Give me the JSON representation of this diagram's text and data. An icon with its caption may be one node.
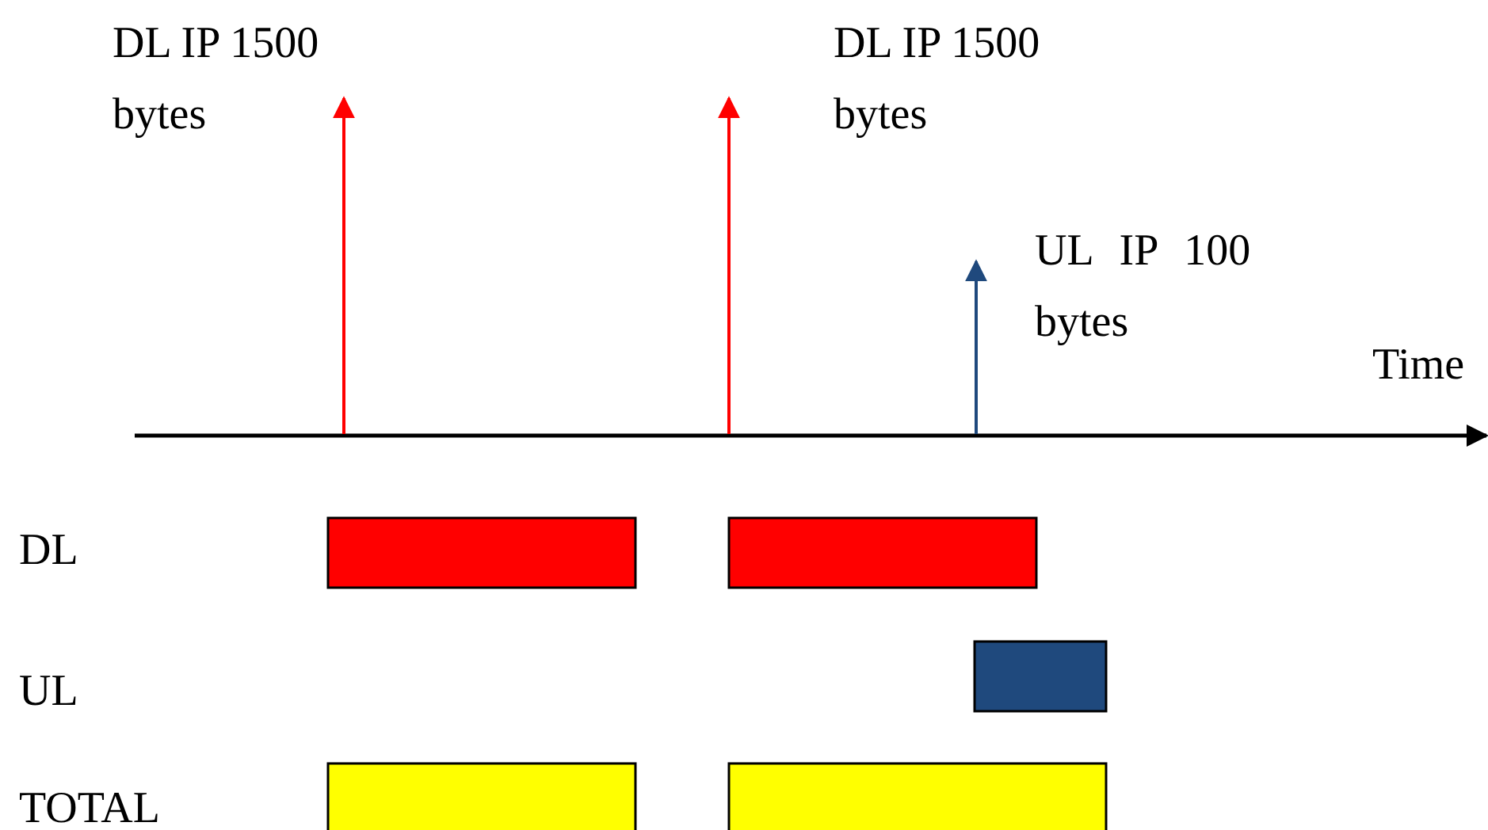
{
  "diagram": {
    "nodes": [
      {
        "text": [],
        "shape": "bar"
      },
      {
        "text": [],
        "shape": "bar"
      },
      {
        "text": [],
        "shape": "bar"
      },
      {
        "text": [],
        "shape": "bar"
      },
      {
        "text": [],
        "shape": "bar"
      }
    ],
    "labels": [
      "DL IP 1500 bytes",
      "DL IP 1500 bytes",
      "UL IP 100 bytes",
      "Time",
      "DL",
      "UL",
      "TOTAL"
    ]
  }
}
